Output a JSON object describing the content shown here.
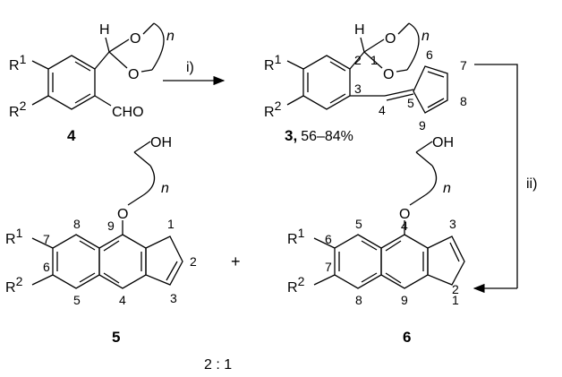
{
  "compound4": {
    "r1": "R",
    "r1_sup": "1",
    "r2": "R",
    "r2_sup": "2",
    "h": "H",
    "o1": "O",
    "o2": "O",
    "n": "n",
    "cho": "CHO",
    "label": "4"
  },
  "step1": {
    "label": "i)"
  },
  "compound3": {
    "r1": "R",
    "r1_sup": "1",
    "r2": "R",
    "r2_sup": "2",
    "h": "H",
    "o1": "O",
    "o2": "O",
    "n": "n",
    "label": "3,",
    "yield": "56–84%",
    "numbers": [
      "1",
      "2",
      "3",
      "4",
      "5",
      "6",
      "7",
      "8",
      "9"
    ]
  },
  "step2": {
    "label": "ii)"
  },
  "compound5": {
    "r1": "R",
    "r1_sup": "1",
    "r2": "R",
    "r2_sup": "2",
    "o": "O",
    "oh": "OH",
    "n": "n",
    "label": "5",
    "numbers": {
      "n1": "1",
      "n2": "2",
      "n3": "3",
      "n4": "4",
      "n5": "5",
      "n6": "6",
      "n7": "7",
      "n8": "8",
      "n9": "9"
    }
  },
  "plus": "+",
  "compound6": {
    "r1": "R",
    "r1_sup": "1",
    "r2": "R",
    "r2_sup": "2",
    "o": "O",
    "oh": "OH",
    "n": "n",
    "label": "6",
    "numbers": {
      "n1": "1",
      "n2": "2",
      "n3": "3",
      "n4": "4",
      "n5": "5",
      "n6": "6",
      "n7": "7",
      "n8": "8",
      "n9": "9"
    }
  },
  "ratio": "2 : 1"
}
